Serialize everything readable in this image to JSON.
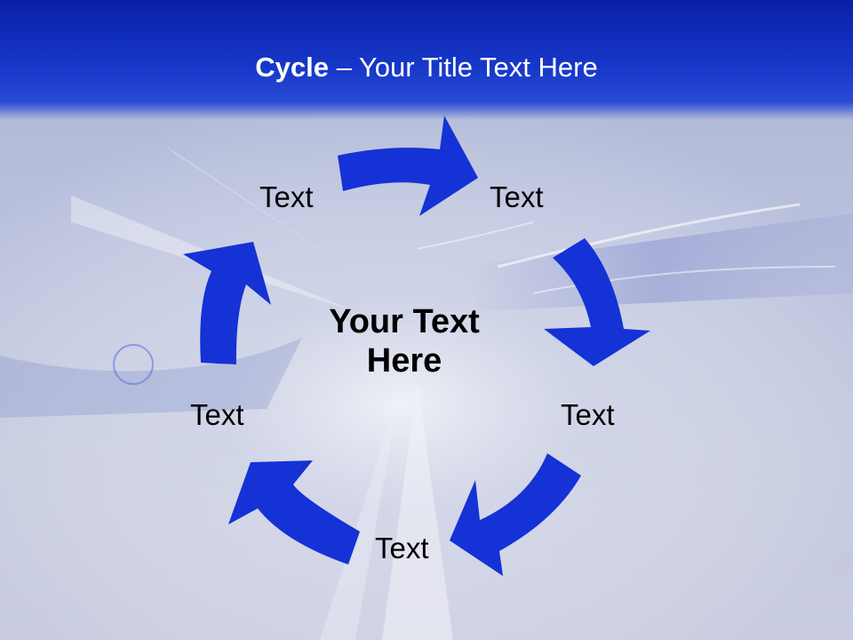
{
  "slide": {
    "title_strong": "Cycle",
    "title_rest": " – Your Title Text Here",
    "center_text": "Your Text Here",
    "nodes": [
      "Text",
      "Text",
      "Text",
      "Text",
      "Text"
    ]
  },
  "colors": {
    "header": "#1637c8",
    "arrow": "#1432d6",
    "text": "#000000",
    "title_text": "#ffffff"
  },
  "icons": [
    "cycle-arrow"
  ]
}
